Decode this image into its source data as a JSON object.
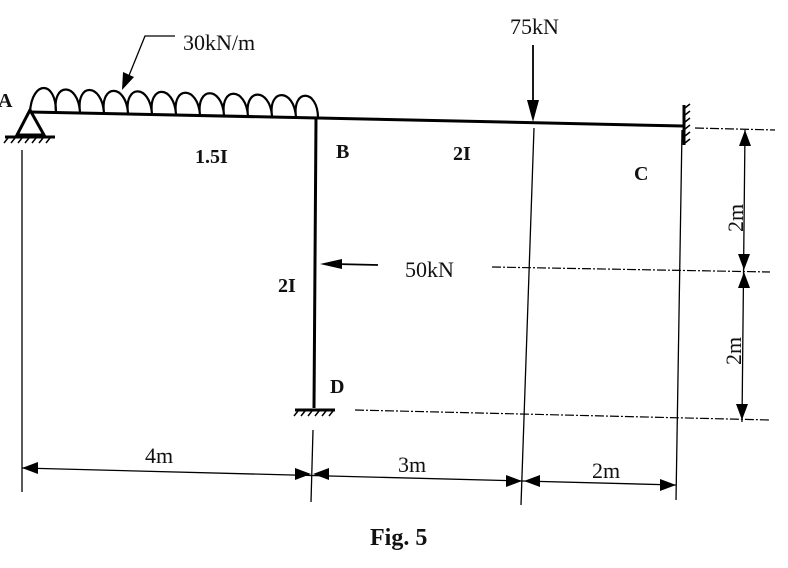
{
  "figure": {
    "caption": "Fig. 5",
    "nodes": {
      "a": "A",
      "b": "B",
      "c": "C",
      "d": "D"
    },
    "members": {
      "ab": "1.5I",
      "bc": "2I",
      "bd": "2I"
    },
    "loads": {
      "udl": "30kN/m",
      "point_vertical": "75kN",
      "point_horizontal": "50kN"
    },
    "dimensions": {
      "horizontal": [
        "4m",
        "3m",
        "2m"
      ],
      "vertical": [
        "2m",
        "2m"
      ]
    }
  }
}
